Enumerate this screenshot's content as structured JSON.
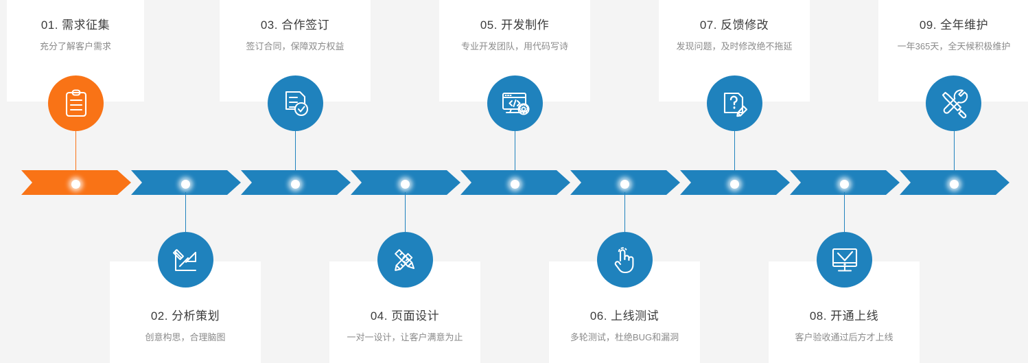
{
  "theme": {
    "page_background": "#f4f4f4",
    "panel_background": "#ffffff",
    "accent_orange": "#f97316",
    "accent_blue": "#1f82bd",
    "title_color": "#3b3b3b",
    "desc_color": "#8a8a8a",
    "marker_color": "#ffffff"
  },
  "flow": {
    "type": "process-timeline",
    "total_steps": 9,
    "direction": "left-to-right",
    "active_step": "01"
  },
  "steps": [
    {
      "number": "01.",
      "title": "01. 需求征集",
      "desc": "充分了解客户需求",
      "icon": "clipboard-icon",
      "color": "#f97316",
      "row": "top"
    },
    {
      "number": "02.",
      "title": "02. 分析策划",
      "desc": "创意构思，合理脑图",
      "icon": "pencil-chart-icon",
      "color": "#1f82bd",
      "row": "bottom"
    },
    {
      "number": "03.",
      "title": "03. 合作签订",
      "desc": "签订合同，保障双方权益",
      "icon": "contract-check-icon",
      "color": "#1f82bd",
      "row": "top"
    },
    {
      "number": "04.",
      "title": "04. 页面设计",
      "desc": "一对一设计，让客户满意为止",
      "icon": "pencil-ruler-icon",
      "color": "#1f82bd",
      "row": "bottom"
    },
    {
      "number": "05.",
      "title": "05. 开发制作",
      "desc": "专业开发团队，用代码写诗",
      "icon": "code-window-gear-icon",
      "color": "#1f82bd",
      "row": "top"
    },
    {
      "number": "06.",
      "title": "06. 上线测试",
      "desc": "多轮测试，杜绝BUG和漏洞",
      "icon": "click-hand-icon",
      "color": "#1f82bd",
      "row": "bottom"
    },
    {
      "number": "07.",
      "title": "07. 反馈修改",
      "desc": "发现问题，及时修改绝不拖延",
      "icon": "question-doc-pencil-icon",
      "color": "#1f82bd",
      "row": "top"
    },
    {
      "number": "08.",
      "title": "08. 开通上线",
      "desc": "客户验收通过后方才上线",
      "icon": "monitor-check-icon",
      "color": "#1f82bd",
      "row": "bottom"
    },
    {
      "number": "09.",
      "title": "09. 全年维护",
      "desc": "一年365天，全天候积极维护",
      "icon": "wrench-screwdriver-icon",
      "color": "#1f82bd",
      "row": "top"
    }
  ]
}
